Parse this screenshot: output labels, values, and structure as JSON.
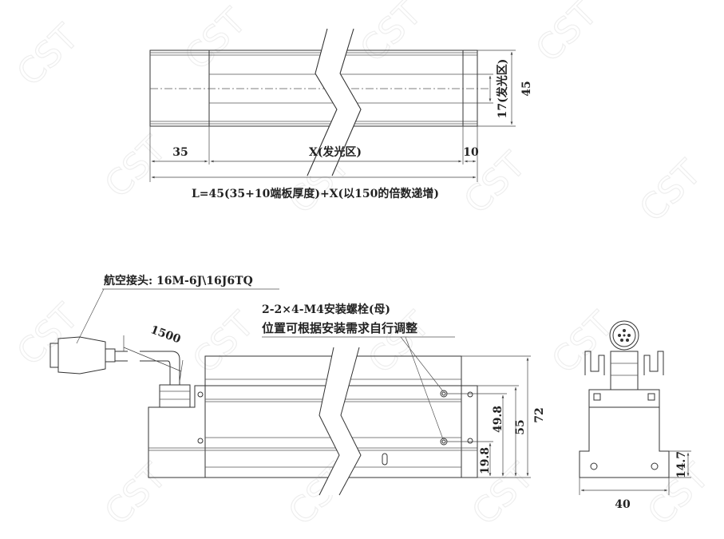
{
  "watermark": "CST",
  "top_view": {
    "dim_left": "35",
    "dim_middle": "X(发光区)",
    "dim_right": "10",
    "dim_height": "45",
    "dim_emitting": "17(发光区)",
    "formula": "L=45(35+10端板厚度)+X(以150的倍数递增)"
  },
  "side_view": {
    "connector_label": "航空接头: 16M-6J\\16J6TQ",
    "cable_length": "1500",
    "bolt_label": "2-2×4-M4安装螺栓(母)",
    "bolt_note": "位置可根据安装需求自行调整",
    "dim_19_8": "19.8",
    "dim_49_8": "49.8",
    "dim_55": "55",
    "dim_72": "72"
  },
  "end_view": {
    "dim_width": "40",
    "dim_14_7": "14.7"
  }
}
